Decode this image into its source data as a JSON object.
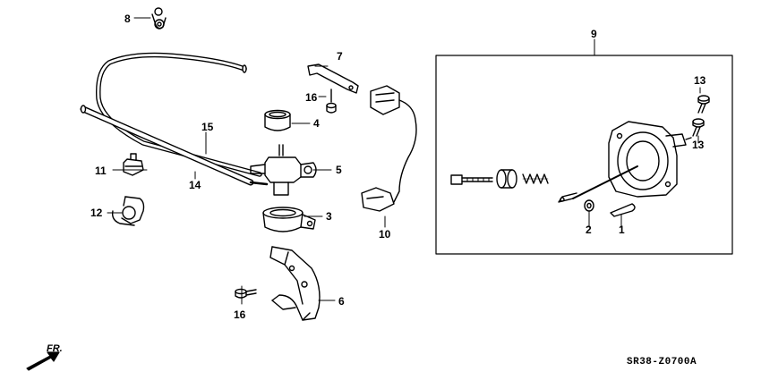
{
  "diagram": {
    "drawing_code": "SR38-Z0700A",
    "direction_label": "FR.",
    "callouts": [
      {
        "id": "1",
        "label": "1"
      },
      {
        "id": "2",
        "label": "2"
      },
      {
        "id": "3",
        "label": "3"
      },
      {
        "id": "4",
        "label": "4"
      },
      {
        "id": "5",
        "label": "5"
      },
      {
        "id": "6",
        "label": "6"
      },
      {
        "id": "7",
        "label": "7"
      },
      {
        "id": "8",
        "label": "8"
      },
      {
        "id": "9",
        "label": "9"
      },
      {
        "id": "10",
        "label": "10"
      },
      {
        "id": "11",
        "label": "11"
      },
      {
        "id": "12",
        "label": "12"
      },
      {
        "id": "13a",
        "label": "13"
      },
      {
        "id": "13b",
        "label": "13"
      },
      {
        "id": "14",
        "label": "14"
      },
      {
        "id": "15",
        "label": "15"
      },
      {
        "id": "16a",
        "label": "16"
      },
      {
        "id": "16b",
        "label": "16"
      }
    ]
  }
}
